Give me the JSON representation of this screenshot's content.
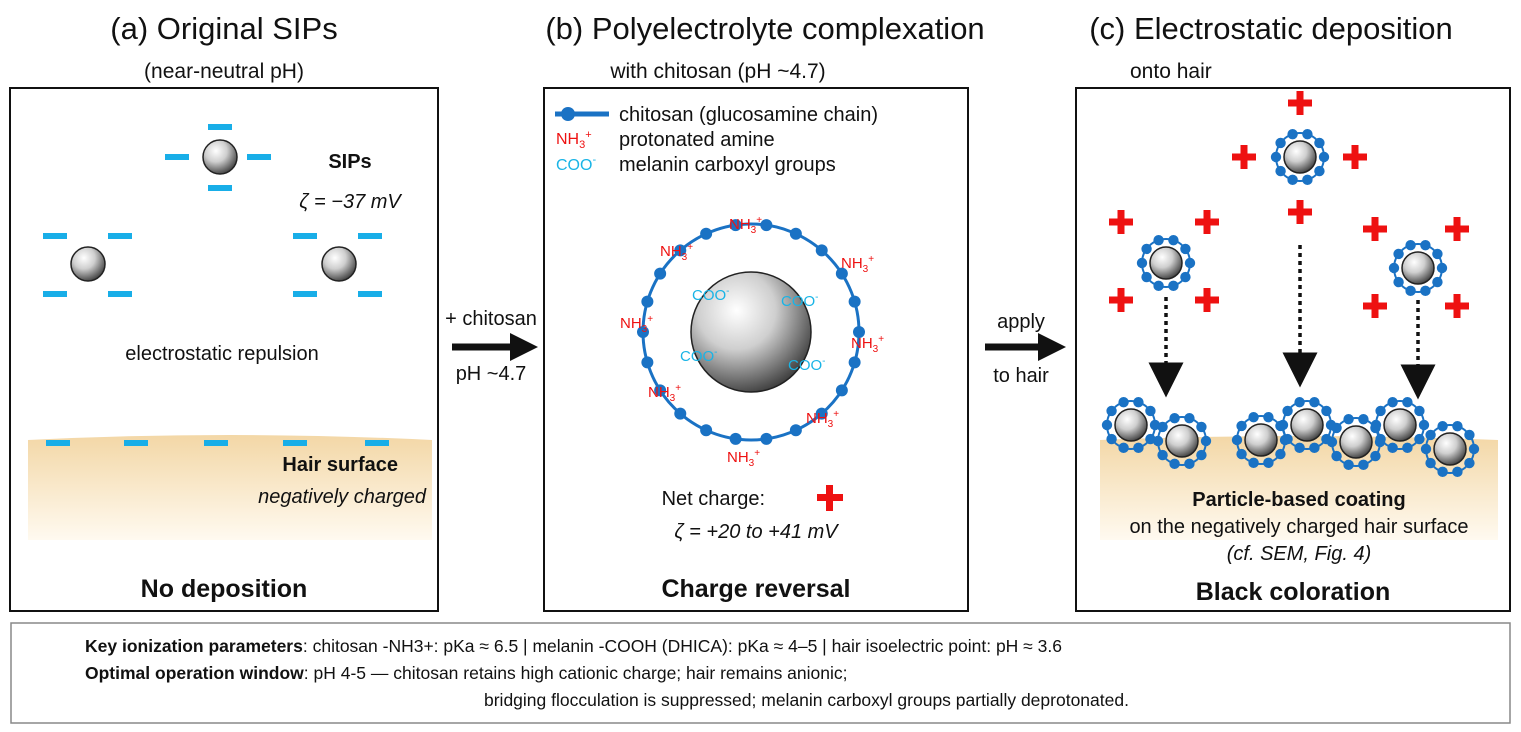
{
  "panels": {
    "a": {
      "title": "(a) Original SIPs",
      "subtitle": "(near-neutral pH)",
      "sips_label": "SIPs",
      "zeta": "ζ = −37 mV",
      "repulsion": "electrostatic repulsion",
      "hair_label": "Hair surface",
      "hair_note": "negatively charged",
      "bottom": "No deposition"
    },
    "b": {
      "title": "(b) Polyelectrolyte complexation",
      "subtitle": "with chitosan (pH ~4.7)",
      "legend": {
        "chitosan": "chitosan (glucosamine chain)",
        "amine_symbol": "NH3+",
        "amine": "protonated amine",
        "coo_symbol": "COO-",
        "coo": "melanin carboxyl groups"
      },
      "nh3": "NH3+",
      "coo": "COO-",
      "net_charge": "Net charge:",
      "zeta": "ζ = +20 to +41 mV",
      "bottom": "Charge reversal"
    },
    "c": {
      "title": "(c) Electrostatic deposition",
      "subtitle": "onto hair",
      "coating_bold": "Particle-based coating",
      "coating_line": "on the negatively charged hair surface",
      "coating_ref": "(cf. SEM, Fig. 4)",
      "bottom": "Black coloration"
    }
  },
  "arrows": {
    "first_top": "+ chitosan",
    "first_bottom": "pH ~4.7",
    "second_top": "apply",
    "second_bottom": "to hair"
  },
  "key_box": {
    "line1_label": "Key ionization parameters",
    "line1_text": ":   chitosan -NH3+: pKa ≈ 6.5   |   melanin -COOH (DHICA): pKa ≈ 4–5   |   hair isoelectric point: pH ≈ 3.6",
    "line2_label": "Optimal operation window",
    "line2_text": ":   pH 4-5  — chitosan retains high cationic charge; hair remains anionic;",
    "line3_text": "bridging flocculation is suppressed; melanin carboxyl groups partially deprotonated."
  },
  "colors": {
    "negative": "#18aee8",
    "chitosan": "#1a72c4",
    "positive": "#ee1111",
    "carboxyl": "#19b4e6",
    "hair": "#f5ddb0"
  }
}
